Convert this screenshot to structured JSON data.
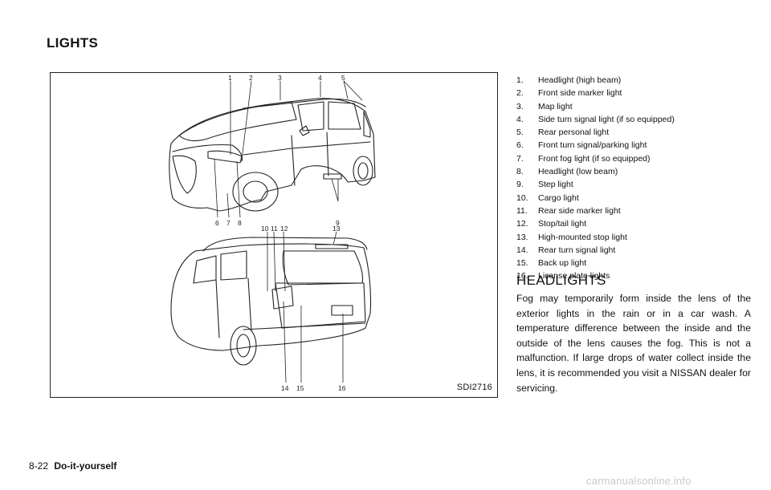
{
  "header": {
    "title": "LIGHTS"
  },
  "figure": {
    "code": "SDI2716",
    "callouts_front": [
      "1",
      "2",
      "3",
      "4",
      "5",
      "6",
      "7",
      "8",
      "9"
    ],
    "callouts_rear": [
      "10",
      "11",
      "12",
      "13",
      "14",
      "15",
      "16"
    ]
  },
  "legend": [
    {
      "num": "1.",
      "text": "Headlight (high beam)"
    },
    {
      "num": "2.",
      "text": "Front side marker light"
    },
    {
      "num": "3.",
      "text": "Map light"
    },
    {
      "num": "4.",
      "text": "Side turn signal light (if so equipped)"
    },
    {
      "num": "5.",
      "text": "Rear personal light"
    },
    {
      "num": "6.",
      "text": "Front turn signal/parking light"
    },
    {
      "num": "7.",
      "text": "Front fog light (if so equipped)"
    },
    {
      "num": "8.",
      "text": "Headlight (low beam)"
    },
    {
      "num": "9.",
      "text": "Step light"
    },
    {
      "num": "10.",
      "text": "Cargo light"
    },
    {
      "num": "11.",
      "text": "Rear side marker light"
    },
    {
      "num": "12.",
      "text": "Stop/tail light"
    },
    {
      "num": "13.",
      "text": "High-mounted stop light"
    },
    {
      "num": "14.",
      "text": "Rear turn signal light"
    },
    {
      "num": "15.",
      "text": "Back up light"
    },
    {
      "num": "16.",
      "text": "License plate lights"
    }
  ],
  "section": {
    "heading": "HEADLIGHTS",
    "body": "Fog may temporarily form inside the lens of the exterior lights in the rain or in a car wash. A temperature difference between the inside and the outside of the lens causes the fog. This is not a malfunction. If large drops of water collect inside the lens, it is recommended you visit a NISSAN dealer for servicing."
  },
  "footer": {
    "page": "8-22",
    "section": "Do-it-yourself"
  },
  "watermark": "carmanualsonline.info"
}
